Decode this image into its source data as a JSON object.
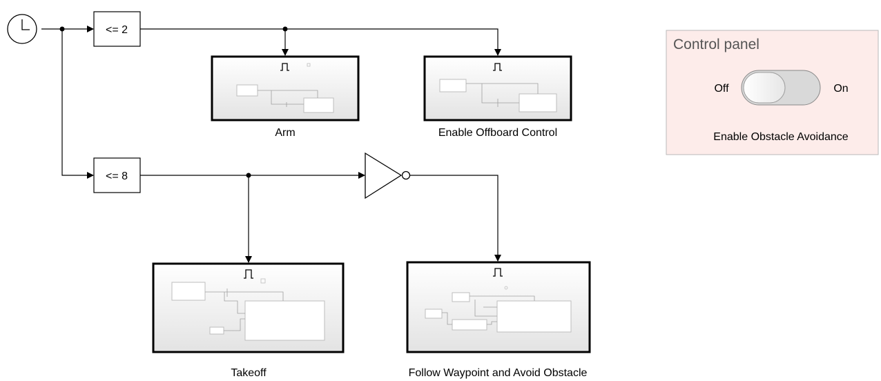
{
  "blocks": {
    "clock": {
      "name": "Clock"
    },
    "cmp_top": {
      "label": "<= 2"
    },
    "cmp_bottom": {
      "label": "<= 8"
    },
    "arm": {
      "label": "Arm"
    },
    "offboard": {
      "label": "Enable Offboard Control"
    },
    "takeoff": {
      "label": "Takeoff"
    },
    "follow": {
      "label": "Follow Waypoint and Avoid Obstacle"
    },
    "not_gate": {
      "name": "NOT"
    }
  },
  "control_panel": {
    "title": "Control panel",
    "toggle_off": "Off",
    "toggle_on": "On",
    "toggle_label": "Enable Obstacle Avoidance",
    "toggle_state": "off"
  },
  "colors": {
    "panel_bg": "#fdecea",
    "panel_border": "#b9b9b9",
    "wire": "#000000",
    "subsystem_gradient_end": "#e3e3e3"
  }
}
